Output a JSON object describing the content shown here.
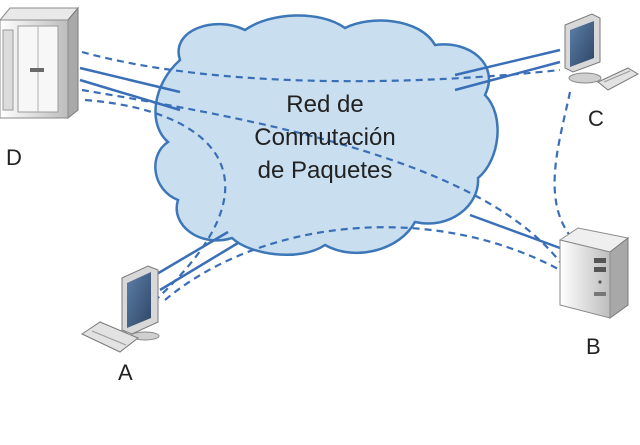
{
  "diagram": {
    "cloud_label_lines": [
      "Red de",
      "Conmutación",
      "de Paquetes"
    ],
    "nodes": {
      "a": "A",
      "b": "B",
      "c": "C",
      "d": "D"
    }
  },
  "colors": {
    "cloud_fill": "#c9dff0",
    "cloud_stroke": "#3d77b8",
    "link": "#3a6fb8",
    "device_light": "#f3f3f3",
    "device_mid": "#cfcfcf",
    "device_dark": "#6a6a6a",
    "screen": "#3f5e86"
  },
  "icons": {
    "a": "desktop-computer-icon",
    "b": "tower-server-icon",
    "c": "desktop-computer-icon",
    "d": "rack-server-icon"
  }
}
